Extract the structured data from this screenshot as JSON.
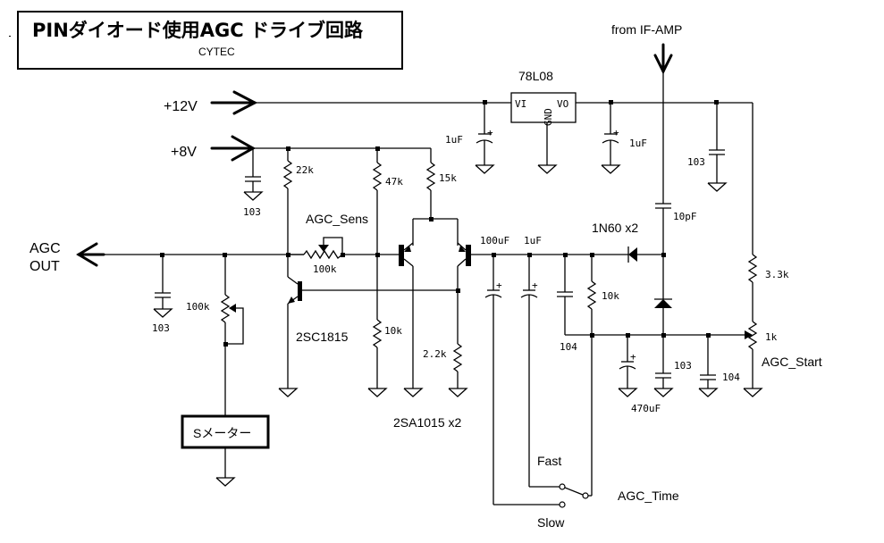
{
  "title": {
    "main": "PINダイオード使用AGC ドライブ回路",
    "author": "CYTEC"
  },
  "ports": {
    "v12": "+12V",
    "v8": "+8V",
    "agc_out_line1": "AGC",
    "agc_out_line2": "OUT",
    "if_amp": "from IF-AMP"
  },
  "regulator": {
    "name": "78L08",
    "pin_in": "VI",
    "pin_out": "VO",
    "pin_gnd": "GND"
  },
  "components": {
    "c_in_reg": "1uF",
    "c_out_reg": "1uF",
    "c_12v_103": "103",
    "c_8v_103": "103",
    "r_22k": "22k",
    "r_47k": "47k",
    "r_15k": "15k",
    "agc_sens_label": "AGC_Sens",
    "agc_sens_value": "100k",
    "c_out_103": "103",
    "vr_meter": "100k",
    "q_npn": "2SC1815",
    "r_10k_left": "10k",
    "r_2k2": "2.2k",
    "q_pnp": "2SA1015 x2",
    "c_100uF": "100uF",
    "c_1uF_fast": "1uF",
    "c_104_a": "104",
    "r_10k_right": "10k",
    "diode": "1N60 x2",
    "c_10pF": "10pF",
    "c_470uF": "470uF",
    "c_103_b": "103",
    "c_104_b": "104",
    "r_3k3": "3.3k",
    "vr_1k": "1k",
    "agc_start": "AGC_Start",
    "s_meter": "Sメーター",
    "switch_label": "AGC_Time",
    "switch_fast": "Fast",
    "switch_slow": "Slow"
  }
}
